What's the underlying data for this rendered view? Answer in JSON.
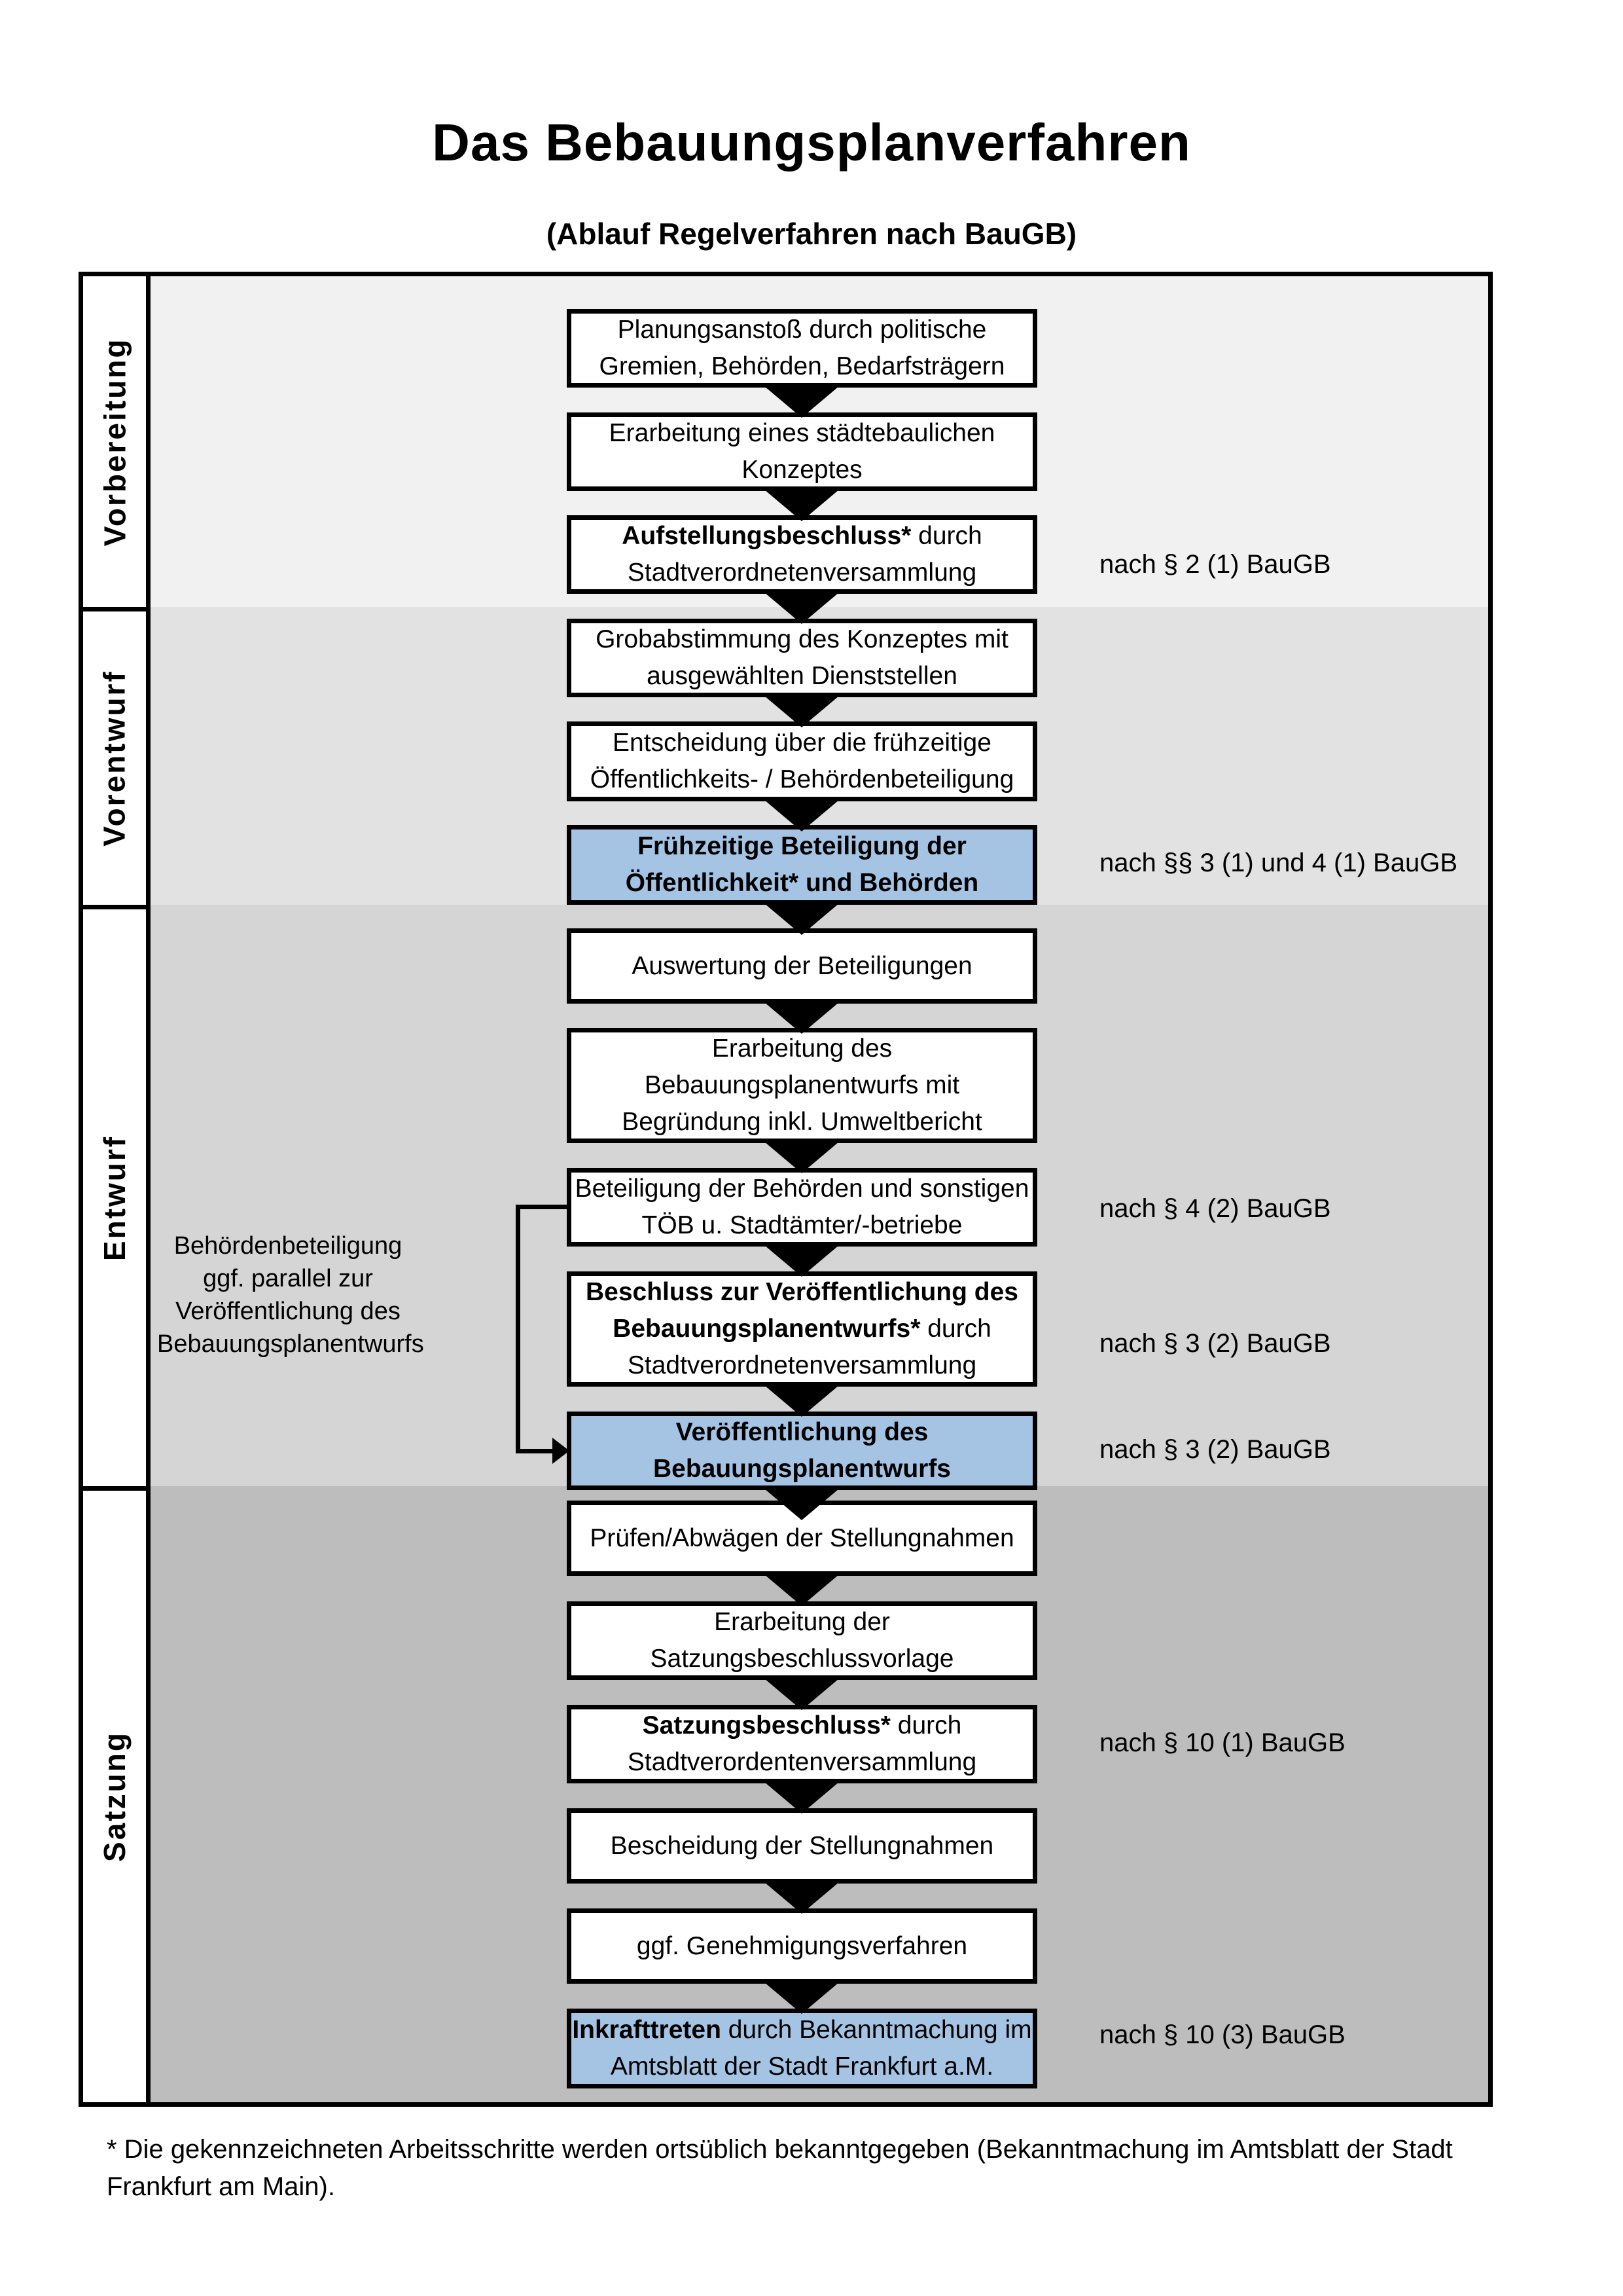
{
  "title": "Das Bebauungsplanverfahren",
  "subtitle": "(Ablauf Regelverfahren nach BauGB)",
  "colors": {
    "highlight_blue": "#a5c4e4",
    "band_vorbereitung": "#f1f1f1",
    "band_vorentwurf": "#e2e2e2",
    "band_entwurf": "#d5d5d5",
    "band_satzung": "#bdbdbd"
  },
  "phases": [
    {
      "label": "Vorbereitung"
    },
    {
      "label": "Vorentwurf"
    },
    {
      "label": "Entwurf"
    },
    {
      "label": "Satzung"
    }
  ],
  "side_note": "Behördenbeteiligung ggf. parallel zur Veröffentlichung des Bebauungsplanentwurfs",
  "steps": [
    {
      "bold": "",
      "text": "Planungsanstoß durch politische Gremien, Behörden, Bedarfsträgern",
      "annotation": "",
      "highlighted": false
    },
    {
      "bold": "",
      "text": "Erarbeitung eines städtebaulichen Konzeptes",
      "annotation": "",
      "highlighted": false
    },
    {
      "bold": "Aufstellungsbeschluss*",
      "text": " durch Stadtverordnetenversammlung",
      "annotation": "nach § 2 (1) BauGB",
      "highlighted": false
    },
    {
      "bold": "",
      "text": "Grobabstimmung des Konzeptes mit ausgewählten Dienststellen",
      "annotation": "",
      "highlighted": false
    },
    {
      "bold": "",
      "text": "Entscheidung über die frühzeitige Öffentlichkeits- / Behördenbeteiligung",
      "annotation": "",
      "highlighted": false
    },
    {
      "bold": "Frühzeitige Beteiligung der Öffentlichkeit* und Behörden",
      "text": "",
      "annotation": "nach §§ 3 (1) und 4 (1) BauGB",
      "highlighted": true
    },
    {
      "bold": "",
      "text": "Auswertung der Beteiligungen",
      "annotation": "",
      "highlighted": false
    },
    {
      "bold": "",
      "text": "Erarbeitung des Bebauungsplanentwurfs mit Begründung inkl. Umweltbericht",
      "annotation": "",
      "highlighted": false
    },
    {
      "bold": "",
      "text": "Beteiligung der Behörden und sonstigen TÖB u. Stadtämter/-betriebe",
      "annotation": "nach § 4 (2) BauGB",
      "highlighted": false
    },
    {
      "bold": "Beschluss zur Veröffentlichung des Bebauungsplanentwurfs*",
      "text": " durch Stadtverordnetenversammlung",
      "annotation": "nach § 3 (2) BauGB",
      "highlighted": false
    },
    {
      "bold": "Veröffentlichung des Bebauungsplanentwurfs",
      "text": "",
      "annotation": "nach § 3 (2) BauGB",
      "highlighted": true
    },
    {
      "bold": "",
      "text": "Prüfen/Abwägen der Stellungnahmen",
      "annotation": "",
      "highlighted": false
    },
    {
      "bold": "",
      "text": "Erarbeitung der Satzungsbeschlussvorlage",
      "annotation": "",
      "highlighted": false
    },
    {
      "bold": "Satzungsbeschluss*",
      "text": " durch Stadtverordentenversammlung",
      "annotation": "nach § 10 (1) BauGB",
      "highlighted": false
    },
    {
      "bold": "",
      "text": "Bescheidung der Stellungnahmen",
      "annotation": "",
      "highlighted": false
    },
    {
      "bold": "",
      "text": "ggf. Genehmigungsverfahren",
      "annotation": "",
      "highlighted": false
    },
    {
      "bold": "Inkrafttreten",
      "text": " durch Bekanntmachung im Amtsblatt der Stadt Frankfurt a.M.",
      "annotation": "nach § 10 (3) BauGB",
      "highlighted": true
    }
  ],
  "footnote": "* Die gekennzeichneten Arbeitsschritte werden ortsüblich bekanntgegeben (Bekanntmachung im Amtsblatt der Stadt Frankfurt am Main)."
}
